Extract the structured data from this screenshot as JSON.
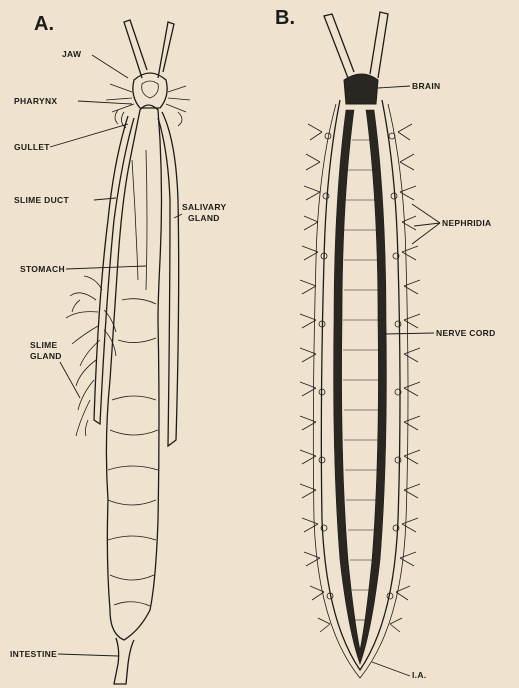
{
  "panels": {
    "a": {
      "letter": "A.",
      "labels": {
        "jaw": "JAW",
        "pharynx": "PHARYNX",
        "gullet": "GULLET",
        "slime_duct": "SLIME DUCT",
        "salivary_gland_1": "SALIVARY",
        "salivary_gland_2": "GLAND",
        "stomach": "STOMACH",
        "slime_gland_1": "SLIME",
        "slime_gland_2": "GLAND",
        "intestine": "INTESTINE"
      }
    },
    "b": {
      "letter": "B.",
      "labels": {
        "brain": "BRAIN",
        "nephridia": "NEPHRIDIA",
        "nerve_cord": "NERVE CORD",
        "ia": "I.A."
      }
    }
  },
  "colors": {
    "paper": "#efe3cf",
    "ink": "#1d1b18",
    "ink_fill": "#2a2622"
  }
}
